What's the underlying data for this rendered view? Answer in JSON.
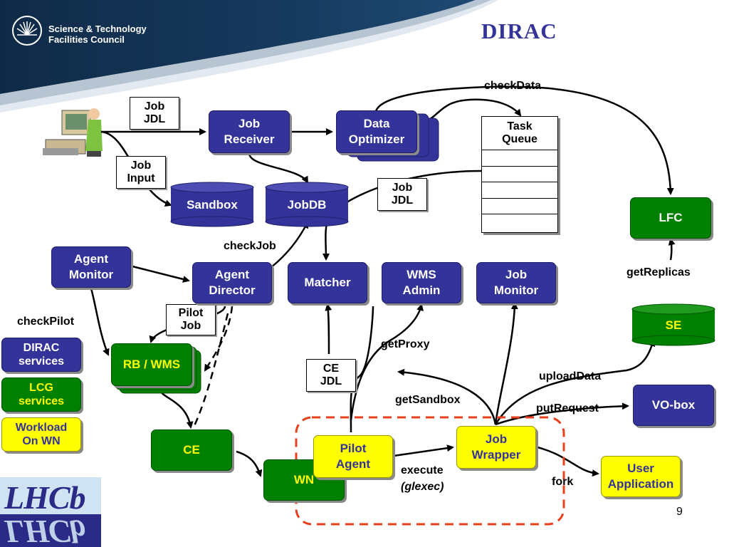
{
  "header": {
    "org_name": "Science & Technology\nFacilities Council",
    "title": "DIRAC"
  },
  "footer": {
    "page_number": "9",
    "lhcb_logo_text": "LHCb"
  },
  "colors": {
    "service_blue": "#333399",
    "lcg_green": "#008000",
    "wn_yellow": "#ffff00",
    "flow_arrow": "#000000",
    "dashed_border": "#e8401c"
  },
  "nodes": {
    "job_receiver": "Job\nReceiver",
    "data_optimizer": "Data\nOptimizer",
    "sandbox": "Sandbox",
    "jobdb": "JobDB",
    "task_queue": "Task\nQueue",
    "lfc": "LFC",
    "agent_monitor": "Agent\nMonitor",
    "agent_director": "Agent\nDirector",
    "matcher": "Matcher",
    "wms_admin": "WMS\nAdmin",
    "job_monitor": "Job\nMonitor",
    "se": "SE",
    "rb_wms": "RB / WMS",
    "ce": "CE",
    "wn": "WN",
    "pilot_agent": "Pilot\nAgent",
    "job_wrapper": "Job\nWrapper",
    "user_application": "User\nApplication",
    "vo_box": "VO-box"
  },
  "notes": {
    "job_jdl_top": "Job\nJDL",
    "job_input": "Job\nInput",
    "job_jdl_mid": "Job\nJDL",
    "pilot_job": "Pilot\nJob",
    "ce_jdl": "CE\nJDL"
  },
  "edge_labels": {
    "check_data": "checkData",
    "check_job": "checkJob",
    "get_replicas": "getReplicas",
    "check_pilot": "checkPilot",
    "get_proxy": "getProxy",
    "upload_data": "uploadData",
    "get_sandbox": "getSandbox",
    "put_request": "putRequest",
    "execute": "execute",
    "glexec": "(glexec)",
    "fork": "fork"
  },
  "legend": [
    {
      "label": "DIRAC\nservices",
      "style": "blue"
    },
    {
      "label": "LCG\nservices",
      "style": "greeny"
    },
    {
      "label": "Workload\nOn WN",
      "style": "yellow"
    }
  ],
  "icons": {
    "user": "user-at-computer-icon"
  }
}
